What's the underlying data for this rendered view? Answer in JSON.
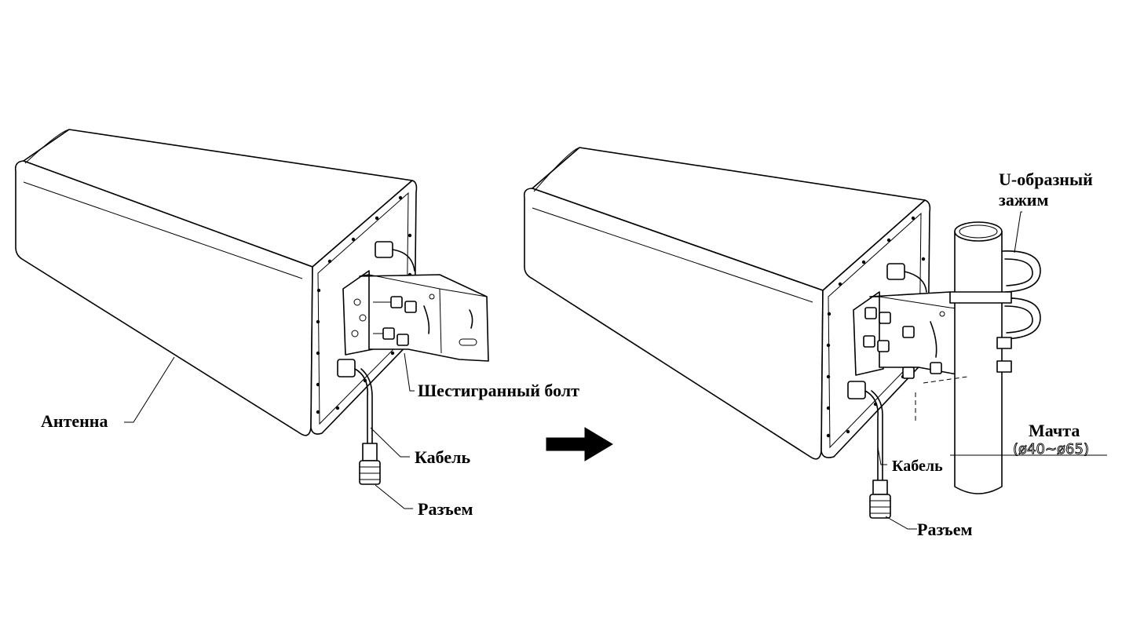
{
  "labels": {
    "antenna": "Антенна",
    "hex_bolt": "Шестигранный болт",
    "cable_left": "Кабель",
    "connector_left": "Разъем",
    "u_clamp_line1": "U-образный",
    "u_clamp_line2": "зажим",
    "mast": "Мачта",
    "mast_dimension": "(ø40~ø65)",
    "cable_right": "Кабель",
    "connector_right": "Разъем"
  },
  "icons": {
    "arrow": "right-arrow-icon"
  },
  "colors": {
    "line": "#000000",
    "background": "#ffffff"
  }
}
